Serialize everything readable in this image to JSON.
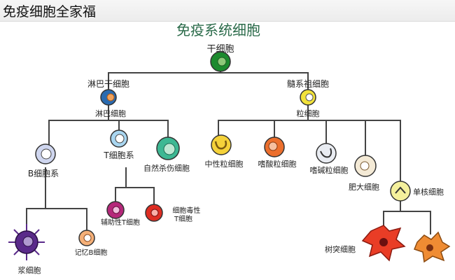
{
  "header": {
    "title": "免疫细胞全家福"
  },
  "diagram": {
    "title": "免疫系统细胞",
    "nodes": {
      "stem_cell": {
        "label": "干细胞",
        "color": "#1c8a2e"
      },
      "lymphoid_stem": {
        "label": "淋巴干细胞",
        "color": "#2a6bb0"
      },
      "lymphoblast": {
        "label": "淋巴细胞"
      },
      "myeloid_stem": {
        "label": "髓系祖细胞",
        "color": "#f2e23a"
      },
      "granulocyte": {
        "label": "粒细胞"
      },
      "b_cell": {
        "label": "B细胞系",
        "color": "#cfd6ef"
      },
      "t_cell": {
        "label": "T细胞系",
        "color": "#a9d6f0"
      },
      "nk_cell": {
        "label": "自然杀伤细胞",
        "color": "#3db893"
      },
      "neutrophil": {
        "label": "中性粒细胞",
        "color": "#f5d23a"
      },
      "eosinophil": {
        "label": "嗜酸粒细胞",
        "color": "#ec6f2d"
      },
      "basophil": {
        "label": "嗜碱粒细胞",
        "color": "#e9ecf2"
      },
      "mast_cell": {
        "label": "肥大细胞",
        "color": "#f4ead6"
      },
      "monocyte": {
        "label": "单核细胞",
        "color": "#f4f09c"
      },
      "helper_t": {
        "label": "辅助性T细胞",
        "color": "#b5287a"
      },
      "cytotoxic_t": {
        "label": "细胞毒性T细胞",
        "color": "#de2d22"
      },
      "plasma_cell": {
        "label": "浆细胞",
        "color": "#5a2a8a"
      },
      "memory_b": {
        "label": "记忆B细胞",
        "color": "#f5b078"
      },
      "dendritic_cell": {
        "label": "树突细胞",
        "color": "#e93d26"
      },
      "macrophage": {
        "label": "",
        "color": "#ef8c33"
      }
    }
  }
}
